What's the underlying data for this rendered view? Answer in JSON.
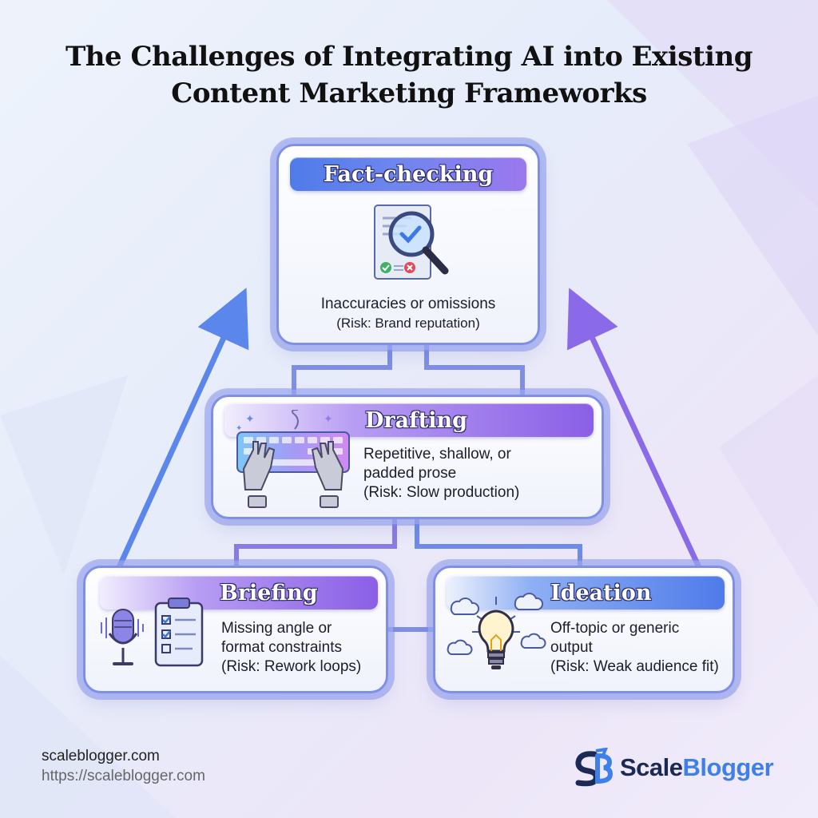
{
  "header": {
    "title_line1": "The Challenges of Integrating AI into Existing",
    "title_line2": "Content Marketing Frameworks"
  },
  "stages": {
    "fact_checking": {
      "title": "Fact-checking",
      "desc_lines": [
        "Inaccuracies or omissions"
      ],
      "risk": "(Risk: Brand reputation)",
      "icon": "magnifier-document-icon"
    },
    "drafting": {
      "title": "Drafting",
      "desc_lines": [
        "Repetitive, shallow, or",
        "padded prose"
      ],
      "risk": "(Risk: Slow production)",
      "icon": "robot-hands-keyboard-icon"
    },
    "briefing": {
      "title": "Briefing",
      "desc_lines": [
        "Missing angle or",
        "format constraints"
      ],
      "risk": "(Risk: Rework loops)",
      "icon": "microphone-clipboard-icon"
    },
    "ideation": {
      "title": "Ideation",
      "desc_lines": [
        "Off-topic or generic",
        "output"
      ],
      "risk": "(Risk: Weak audience fit)",
      "icon": "lightbulb-clouds-icon"
    }
  },
  "footer": {
    "site": "scaleblogger.com",
    "url": "https://scaleblogger.com",
    "brand_part1": "Scale",
    "brand_part2": "Blogger"
  },
  "colors": {
    "accent_blue": "#4f7bea",
    "accent_purple": "#8a5fe6",
    "brand_dark": "#1b2a55",
    "brand_blue": "#3f7fe8"
  }
}
